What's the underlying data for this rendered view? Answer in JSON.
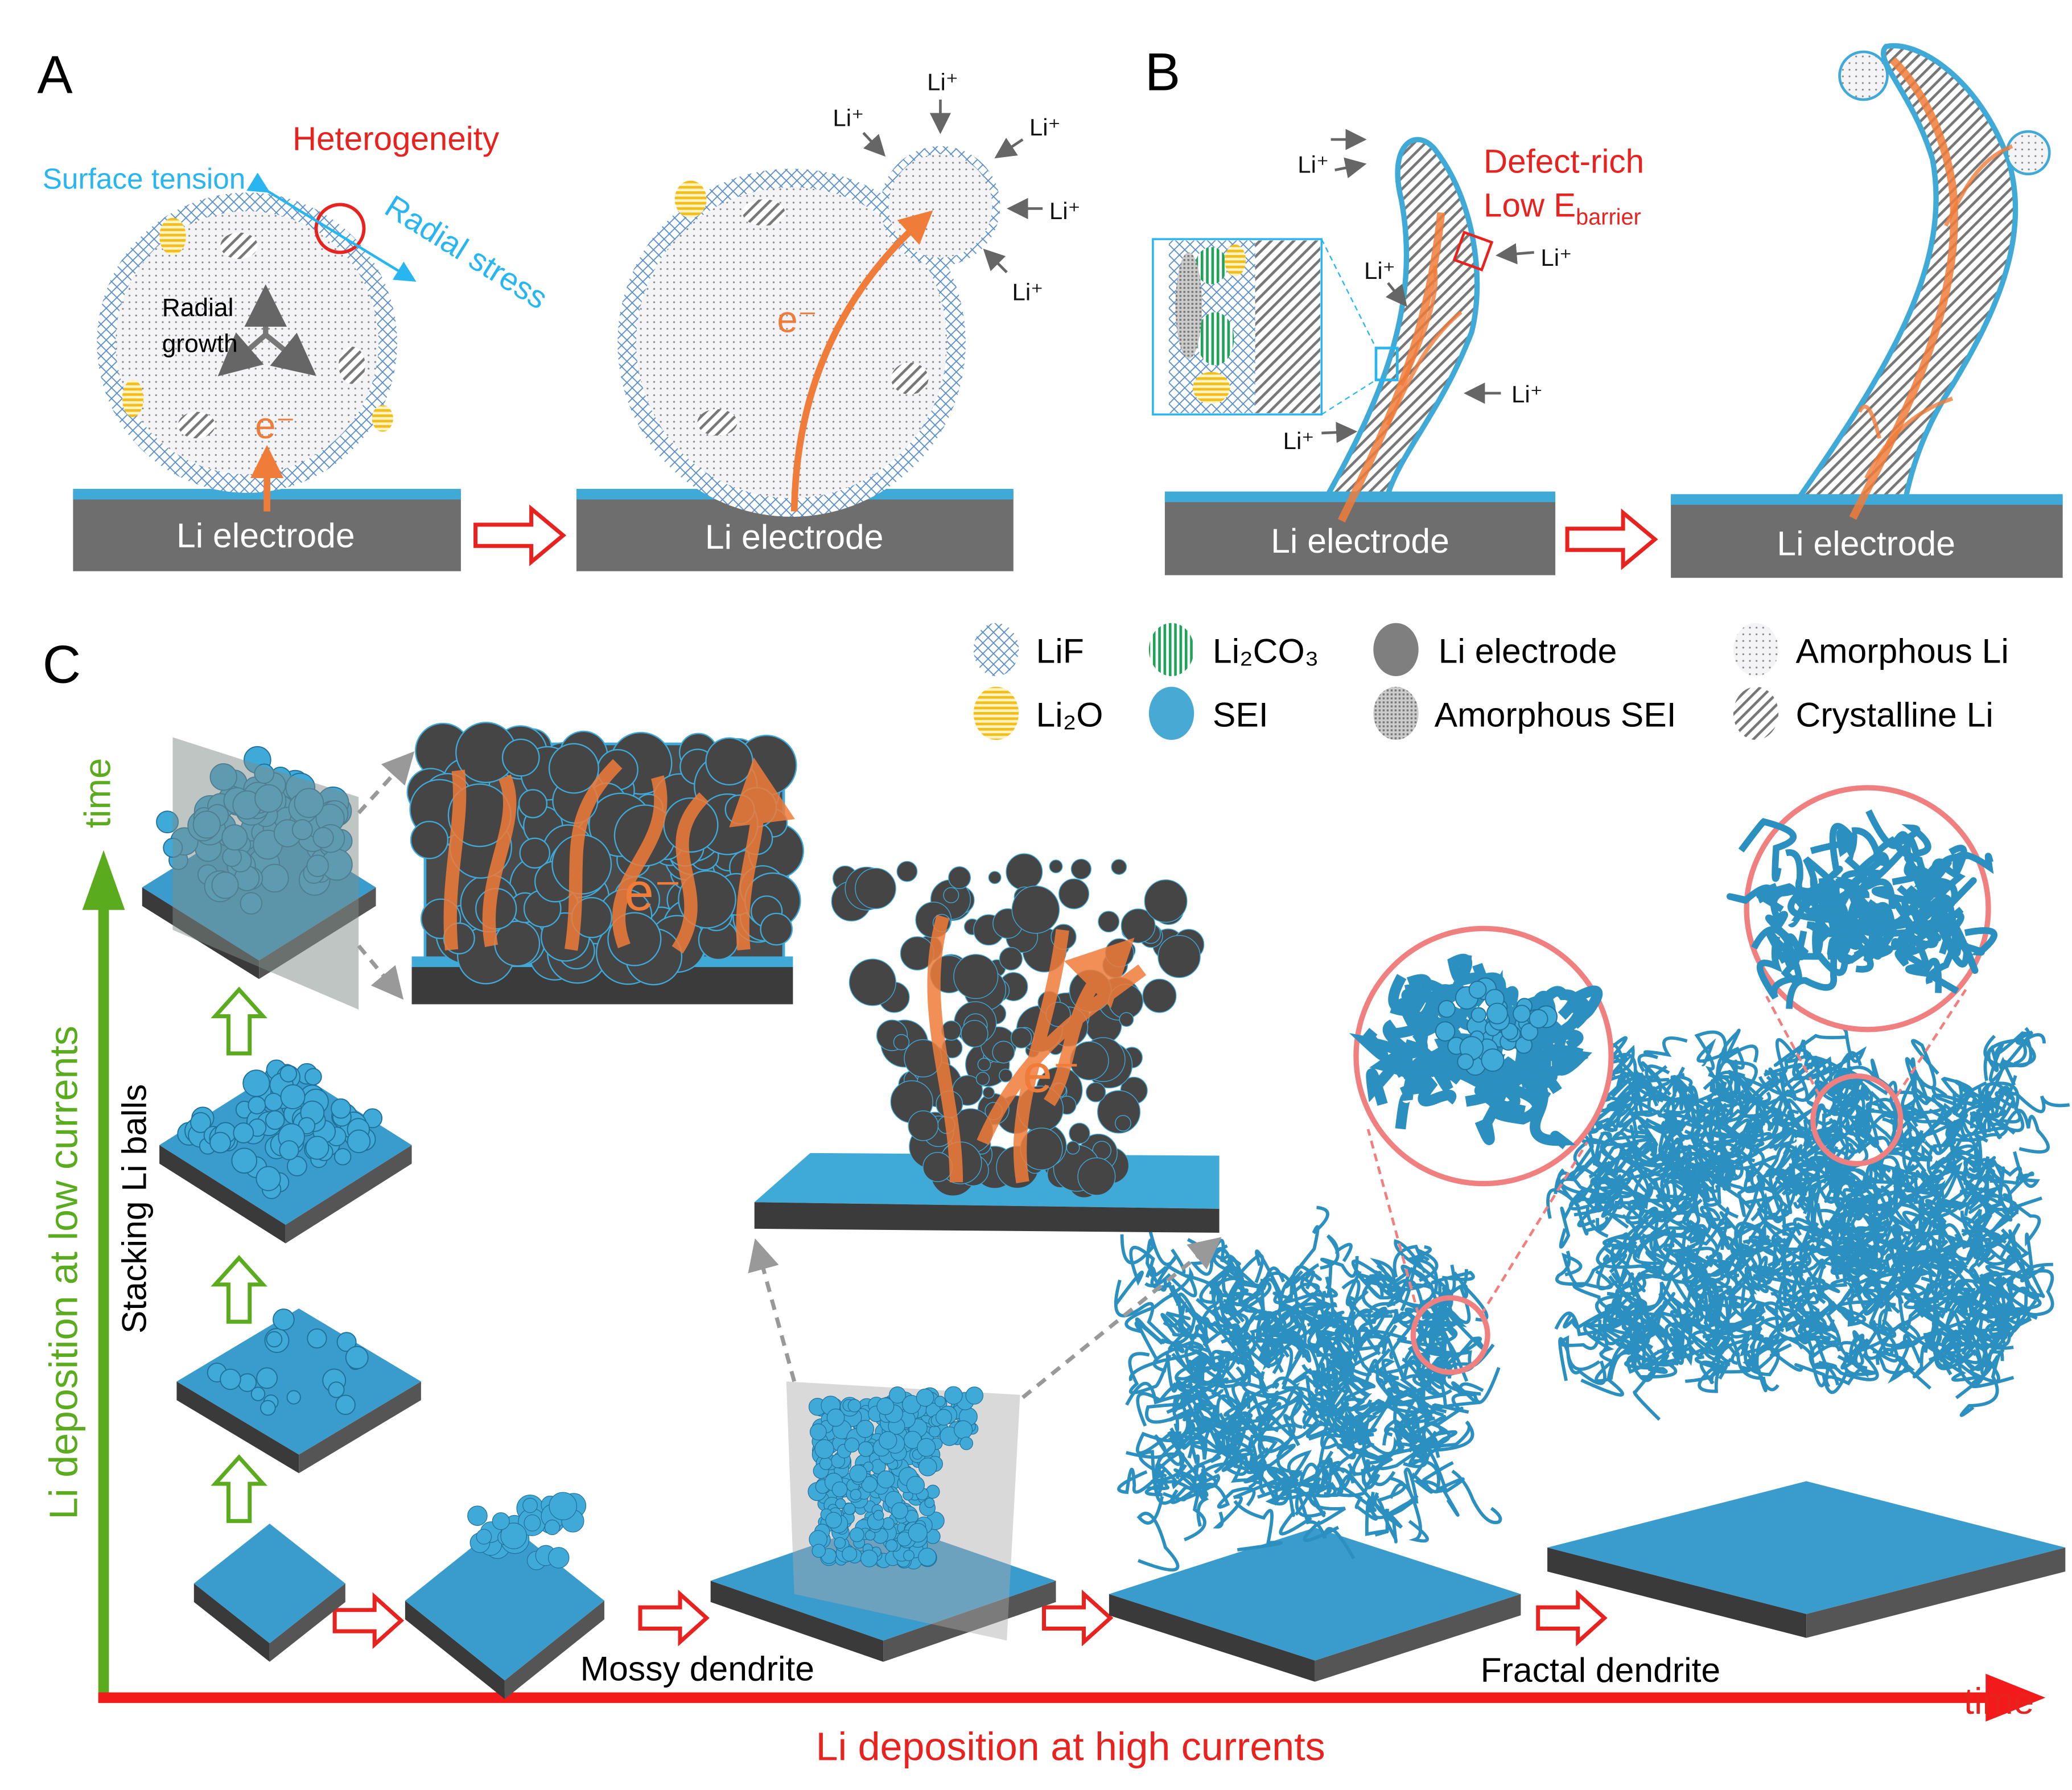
{
  "colors": {
    "sei": "#3fa9d8",
    "electrode": "#6e6e6e",
    "red": "#e8231f",
    "cyan": "#29b6f0",
    "orange": "#f07c3a",
    "green": "#5aab1e"
  },
  "panel_a": {
    "label": "A",
    "heterogeneity": "Heterogeneity",
    "surface_tension": "Surface tension",
    "radial_stress": "Radial stress",
    "radial_growth": [
      "Radial",
      "growth"
    ],
    "electron": "e⁻",
    "electrode_label": "Li electrode",
    "li_ion": "Li⁺"
  },
  "panel_b": {
    "label": "B",
    "defect_rich": "Defect-rich",
    "low_e": "Low E",
    "barrier_sub": "barrier",
    "electrode_label": "Li electrode",
    "li_ion": "Li⁺"
  },
  "panel_c": {
    "label": "C",
    "legend": [
      {
        "label": "LiF",
        "icon": "lif-pattern-icon"
      },
      {
        "label": "Li₂CO₃",
        "icon": "li2co3-pattern-icon"
      },
      {
        "label": "Li electrode",
        "icon": "li-electrode-icon"
      },
      {
        "label": "Amorphous Li",
        "icon": "amorphous-li-icon"
      },
      {
        "label": "Li₂O",
        "icon": "li2o-pattern-icon"
      },
      {
        "label": "SEI",
        "icon": "sei-icon"
      },
      {
        "label": "Amorphous SEI",
        "icon": "amorphous-sei-icon"
      },
      {
        "label": "Crystalline Li",
        "icon": "crystalline-li-icon"
      }
    ],
    "y_axis_time": "time",
    "y_axis_label": "Li deposition at low currents",
    "x_axis_time": "time",
    "x_axis_label": "Li deposition at high currents",
    "stacking_label": "Stacking Li balls",
    "mossy_label": "Mossy dendrite",
    "fractal_label": "Fractal dendrite",
    "electron": "e⁻"
  }
}
